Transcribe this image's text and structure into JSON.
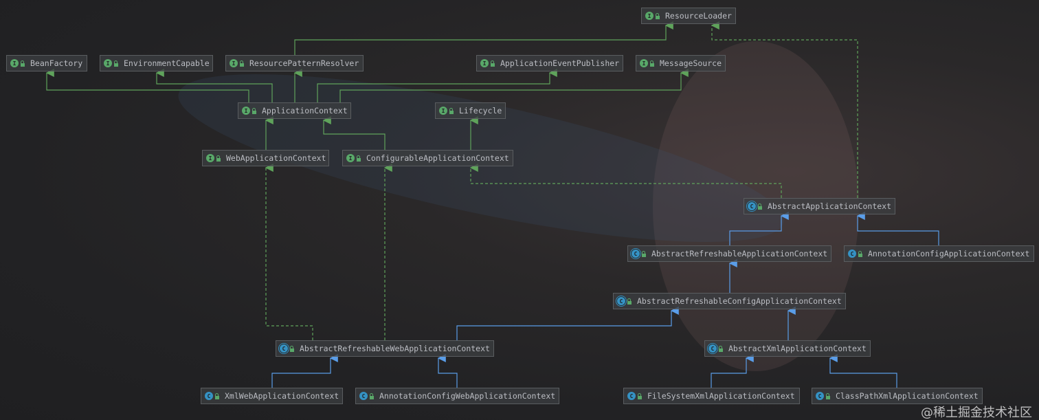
{
  "nodes": {
    "resource_loader": "ResourceLoader",
    "bean_factory": "BeanFactory",
    "environment_capable": "EnvironmentCapable",
    "resource_pattern_resolver": "ResourcePatternResolver",
    "application_event_publisher": "ApplicationEventPublisher",
    "message_source": "MessageSource",
    "application_context": "ApplicationContext",
    "lifecycle": "Lifecycle",
    "web_application_context": "WebApplicationContext",
    "configurable_application_context": "ConfigurableApplicationContext",
    "abstract_application_context": "AbstractApplicationContext",
    "abstract_refreshable_application_context": "AbstractRefreshableApplicationContext",
    "annotation_config_application_context": "AnnotationConfigApplicationContext",
    "abstract_refreshable_config_application_context": "AbstractRefreshableConfigApplicationContext",
    "abstract_refreshable_web_application_context": "AbstractRefreshableWebApplicationContext",
    "abstract_xml_application_context": "AbstractXmlApplicationContext",
    "xml_web_application_context": "XmlWebApplicationContext",
    "annotation_config_web_application_context": "AnnotationConfigWebApplicationContext",
    "file_system_xml_application_context": "FileSystemXmlApplicationContext",
    "class_path_xml_application_context": "ClassPathXmlApplicationContext"
  },
  "icons": {
    "interface": "I",
    "class": "C"
  },
  "colors": {
    "interface_edge": "#5fa35b",
    "class_edge": "#5a9de8",
    "background": "#242426"
  },
  "watermark": "@稀土掘金技术社区"
}
